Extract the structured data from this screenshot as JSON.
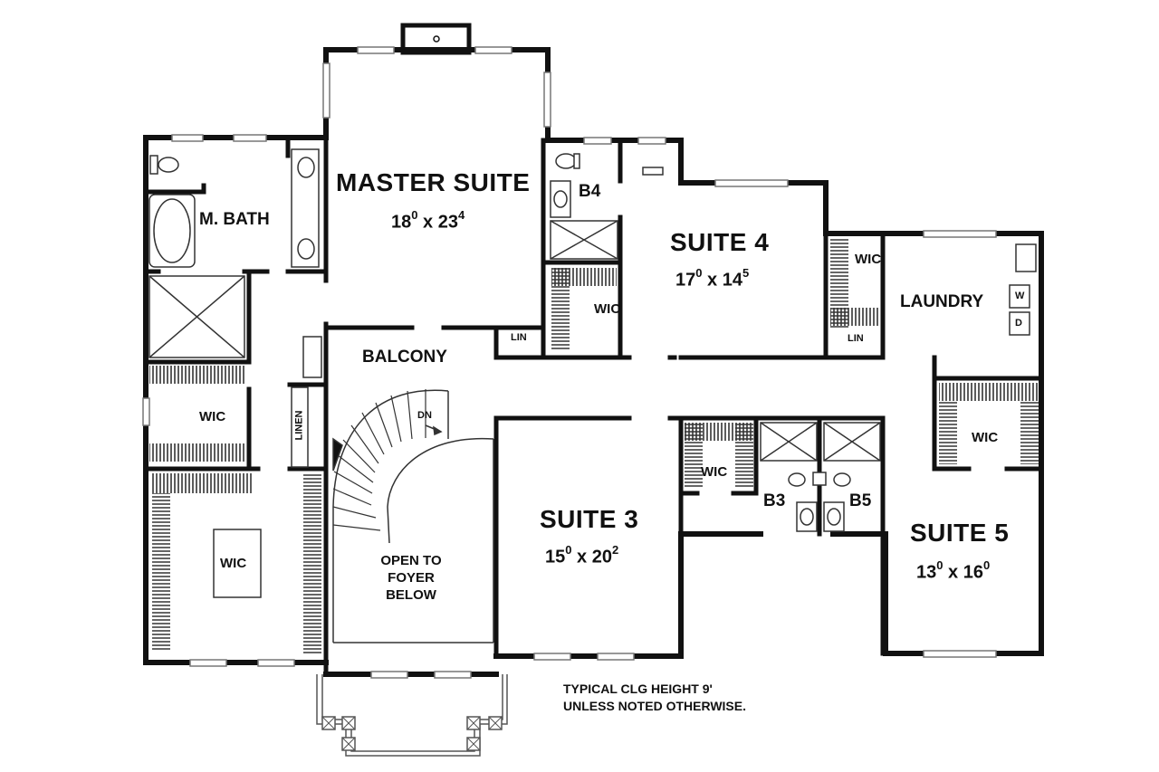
{
  "rooms": {
    "master_suite": {
      "name": "MASTER SUITE",
      "w": "18",
      "wi": "0",
      "l": "23",
      "li": "4"
    },
    "suite4": {
      "name": "SUITE 4",
      "w": "17",
      "wi": "0",
      "l": "14",
      "li": "5"
    },
    "suite3": {
      "name": "SUITE 3",
      "w": "15",
      "wi": "0",
      "l": "20",
      "li": "2"
    },
    "suite5": {
      "name": "SUITE 5",
      "w": "13",
      "wi": "0",
      "l": "16",
      "li": "0"
    },
    "m_bath": "M. BATH",
    "balcony": "BALCONY",
    "laundry": "LAUNDRY",
    "b4": "B4",
    "b3": "B3",
    "b5": "B5",
    "wic": "WIC",
    "lin": "LIN",
    "linen": "LINEN",
    "dn": "DN",
    "open_to_foyer": [
      "OPEN TO",
      "FOYER",
      "BELOW"
    ],
    "washer": "W",
    "dryer": "D"
  },
  "dim_separator": "x",
  "note": [
    "TYPICAL CLG HEIGHT 9'",
    "UNLESS NOTED OTHERWISE."
  ]
}
